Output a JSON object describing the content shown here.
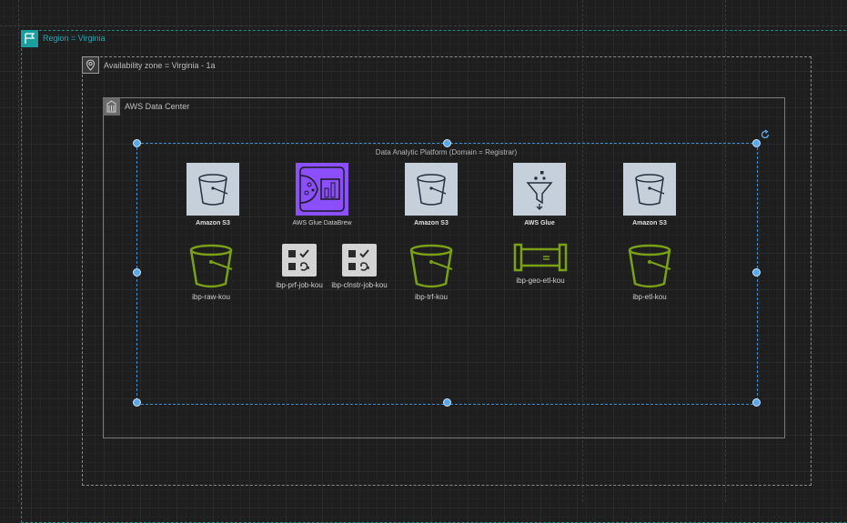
{
  "region": {
    "label": "Region = Virginia",
    "icon": "flag-icon",
    "color": "#1a9ea0"
  },
  "az": {
    "label": "Availability zone = Virginia - 1a",
    "icon": "location-pin-icon"
  },
  "datacenter": {
    "label": "AWS Data Center",
    "icon": "building-icon"
  },
  "group": {
    "label": "Data Analytic Platform (Domain = Registrar)"
  },
  "services": [
    {
      "label": "Amazon S3",
      "icon": "s3-bucket-icon"
    },
    {
      "label": "AWS Glue DataBrew",
      "icon": "glue-databrew-icon",
      "color": "#8c4fff"
    },
    {
      "label": "Amazon S3",
      "icon": "s3-bucket-icon"
    },
    {
      "label": "AWS Glue",
      "icon": "glue-funnel-icon"
    },
    {
      "label": "Amazon S3",
      "icon": "s3-bucket-icon"
    }
  ],
  "resources": [
    {
      "label": "ibp-raw-kou",
      "icon": "bucket-icon",
      "color": "#7aa116"
    },
    {
      "label": "ibp-prf-job-kou",
      "icon": "databrew-job-icon"
    },
    {
      "label": "ibp-clnstr-job-kou",
      "icon": "databrew-job-icon"
    },
    {
      "label": "ibp-trf-kou",
      "icon": "bucket-icon",
      "color": "#7aa116"
    },
    {
      "label": "ibp-geo-etl-kou",
      "icon": "glue-job-icon",
      "color": "#7aa116"
    },
    {
      "label": "ibp-etl-kou",
      "icon": "bucket-icon",
      "color": "#7aa116"
    }
  ]
}
